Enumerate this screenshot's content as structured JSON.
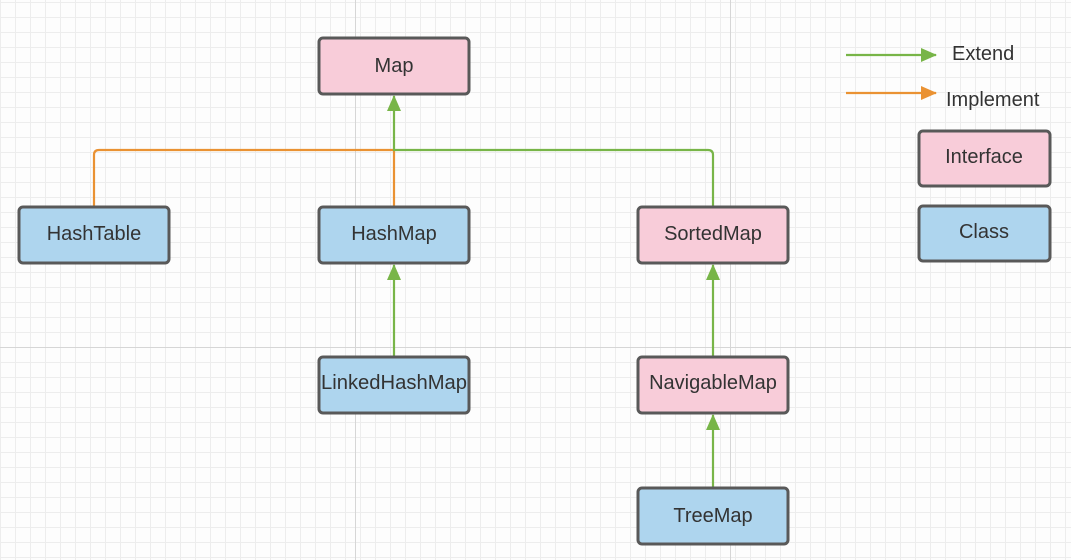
{
  "colors": {
    "interface_fill": "#f8ccd9",
    "class_fill": "#aed5ee",
    "node_border": "#595959",
    "extend": "#78b548",
    "implement": "#ea9233",
    "text": "#333333"
  },
  "nodes": [
    {
      "id": "map",
      "label": "Map",
      "kind": "interface"
    },
    {
      "id": "hashtable",
      "label": "HashTable",
      "kind": "class"
    },
    {
      "id": "hashmap",
      "label": "HashMap",
      "kind": "class"
    },
    {
      "id": "sortedmap",
      "label": "SortedMap",
      "kind": "interface"
    },
    {
      "id": "linkedhashmap",
      "label": "LinkedHashMap",
      "kind": "class"
    },
    {
      "id": "navigablemap",
      "label": "NavigableMap",
      "kind": "interface"
    },
    {
      "id": "treemap",
      "label": "TreeMap",
      "kind": "class"
    }
  ],
  "edges": [
    {
      "from": "hashtable",
      "to": "map",
      "relation": "implement"
    },
    {
      "from": "hashmap",
      "to": "map",
      "relation": "implement"
    },
    {
      "from": "sortedmap",
      "to": "map",
      "relation": "extend"
    },
    {
      "from": "linkedhashmap",
      "to": "hashmap",
      "relation": "extend"
    },
    {
      "from": "navigablemap",
      "to": "sortedmap",
      "relation": "extend"
    },
    {
      "from": "treemap",
      "to": "navigablemap",
      "relation": "extend"
    }
  ],
  "legend": {
    "extend_label": "Extend",
    "implement_label": "Implement",
    "interface_label": "Interface",
    "class_label": "Class"
  }
}
